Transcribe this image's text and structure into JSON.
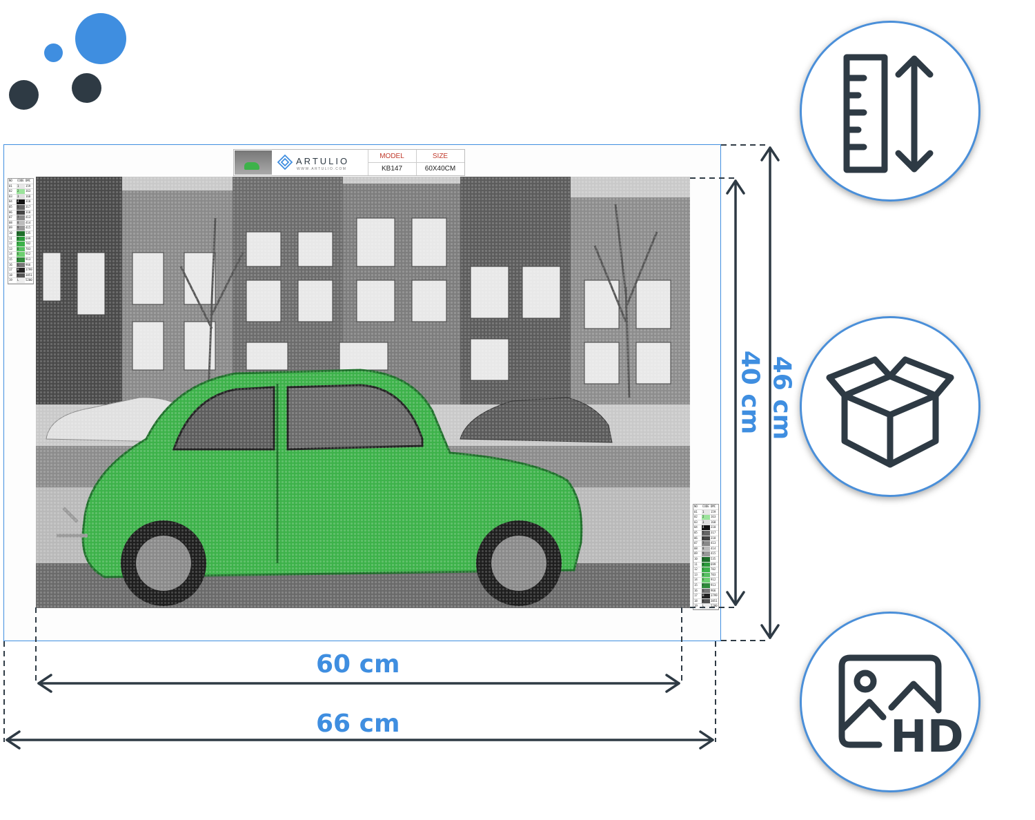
{
  "brand": {
    "name": "ARTULIO",
    "url": "WWW.ARTULIO.COM"
  },
  "header_table": {
    "model_label": "MODEL",
    "size_label": "SIZE",
    "model_value": "KB147",
    "size_value": "60X40CM"
  },
  "legend": {
    "headers": [
      "NO",
      "CODE",
      "DMC"
    ],
    "rows": [
      [
        "01",
        "1",
        "159"
      ],
      [
        "02",
        "2",
        "163"
      ],
      [
        "03",
        "3",
        "168"
      ],
      [
        "04",
        "4",
        "310"
      ],
      [
        "05",
        "5",
        "317"
      ],
      [
        "06",
        "6",
        "318"
      ],
      [
        "07",
        "7",
        "413"
      ],
      [
        "08",
        "8",
        "414"
      ],
      [
        "09",
        "9",
        "415"
      ],
      [
        "10",
        "A",
        "535"
      ],
      [
        "11",
        "B",
        "699"
      ],
      [
        "12",
        "C",
        "702"
      ],
      [
        "13",
        "D",
        "703"
      ],
      [
        "14",
        "E",
        "912"
      ],
      [
        "15",
        "F",
        "913"
      ],
      [
        "16",
        "G",
        "966"
      ],
      [
        "17",
        "H",
        "3799"
      ],
      [
        "18",
        "K",
        "3851"
      ],
      [
        "19",
        "L",
        "5200"
      ]
    ]
  },
  "dimensions": {
    "inner_width": "60 cm",
    "outer_width": "66 cm",
    "inner_height": "40 cm",
    "outer_height": "46 cm"
  },
  "icons": [
    "ruler-height-icon",
    "box-package-icon",
    "hd-image-icon"
  ],
  "colors": {
    "accent_blue": "#3f8ee0",
    "dark_slate": "#2e3a44",
    "car_green": "#3db24a"
  }
}
